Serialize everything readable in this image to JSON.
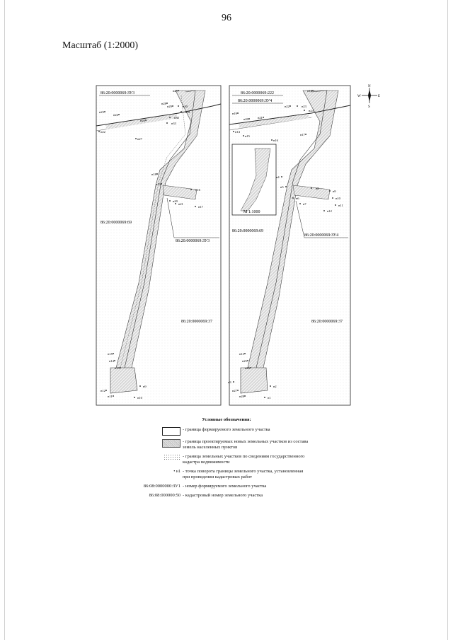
{
  "page": {
    "number": "96",
    "scale_label": "Масштаб (1:2000)"
  },
  "north_arrow": {
    "n": "N",
    "s": "S",
    "w": "W",
    "e": "E"
  },
  "left_map": {
    "parcel_top": "86:20:0000069:ЗУ3",
    "parcel_mid": "86:20:0000069:69",
    "parcel_zu": "86:20:0000069:ЗУ3",
    "parcel_right": "86:20:0000069:37",
    "points": [
      "н25",
      "н23",
      "н24",
      "н26",
      "н28",
      "н29",
      "н30",
      "н31",
      "н32",
      "н33",
      "н22",
      "н27",
      "н18",
      "н19",
      "н20",
      "н21",
      "н16",
      "н17",
      "н15",
      "н14",
      "н13",
      "н12",
      "н11",
      "н10",
      "н9"
    ]
  },
  "right_map": {
    "parcel_top": "86:20:0000069:222",
    "parcel_top2": "86:20:0000069:ЗУ4",
    "parcel_mid": "86:20:0000069:69",
    "parcel_zu": "86:20:0000069:ЗУ4",
    "parcel_right": "86:20:0000069:37",
    "inset_scale": "М 1:1000",
    "points": [
      "н18",
      "н19",
      "н20",
      "н21",
      "н22",
      "н23",
      "н24",
      "н14",
      "н15",
      "н16",
      "н17",
      "н4",
      "н5",
      "н6",
      "н7",
      "н8",
      "н9",
      "н10",
      "н11",
      "н12",
      "н13",
      "н25",
      "н26",
      "н27",
      "н28",
      "н1",
      "н2",
      "н3"
    ]
  },
  "legend": {
    "title": "Условные обозначения:",
    "items": [
      {
        "symbol": "box",
        "text": "- граница формируемого земельного участка"
      },
      {
        "symbol": "hatch",
        "text": "- граница проектируемых новых земельных участков из состава земель населенных пунктов"
      },
      {
        "symbol": "dots",
        "text": "- граница земельных участков по сведениям государственного кадастра недвижимости"
      },
      {
        "symbol": "point",
        "symbol_text": "• н1",
        "text": "- точка поворота границы земельного участка, установленная при проведении кадастровых работ"
      },
      {
        "symbol": "code",
        "symbol_text": "86:08:0000000:ЗУ1",
        "text": "- номер формируемого земельного участка"
      },
      {
        "symbol": "code",
        "symbol_text": "86:08:000000:50",
        "text": "- кадастровый номер земельного участка"
      }
    ]
  }
}
